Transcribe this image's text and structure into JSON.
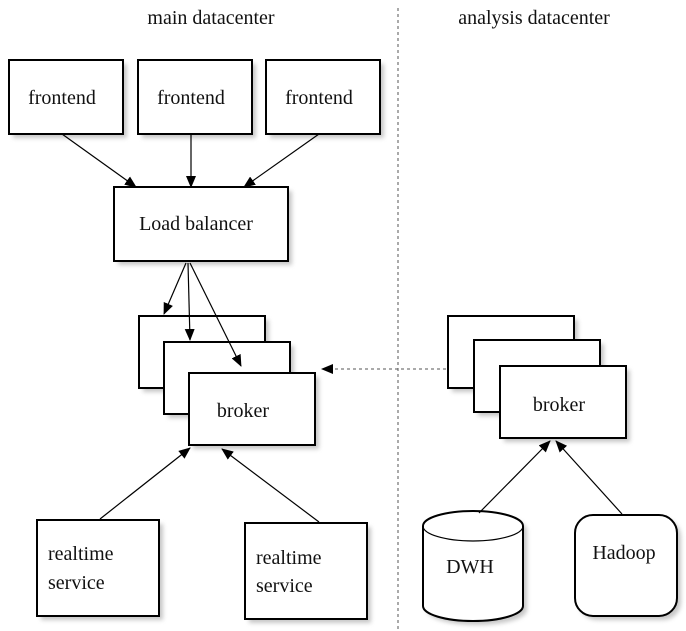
{
  "sections": {
    "main": "main datacenter",
    "analysis": "analysis datacenter"
  },
  "nodes": {
    "frontend_1": "frontend",
    "frontend_2": "frontend",
    "frontend_3": "frontend",
    "load_balancer": "Load balancer",
    "broker_main": "broker",
    "realtime_1": [
      "realtime",
      "service"
    ],
    "realtime_2": [
      "realtime",
      "service"
    ],
    "broker_analysis": "broker",
    "dwh": "DWH",
    "hadoop": "Hadoop"
  }
}
